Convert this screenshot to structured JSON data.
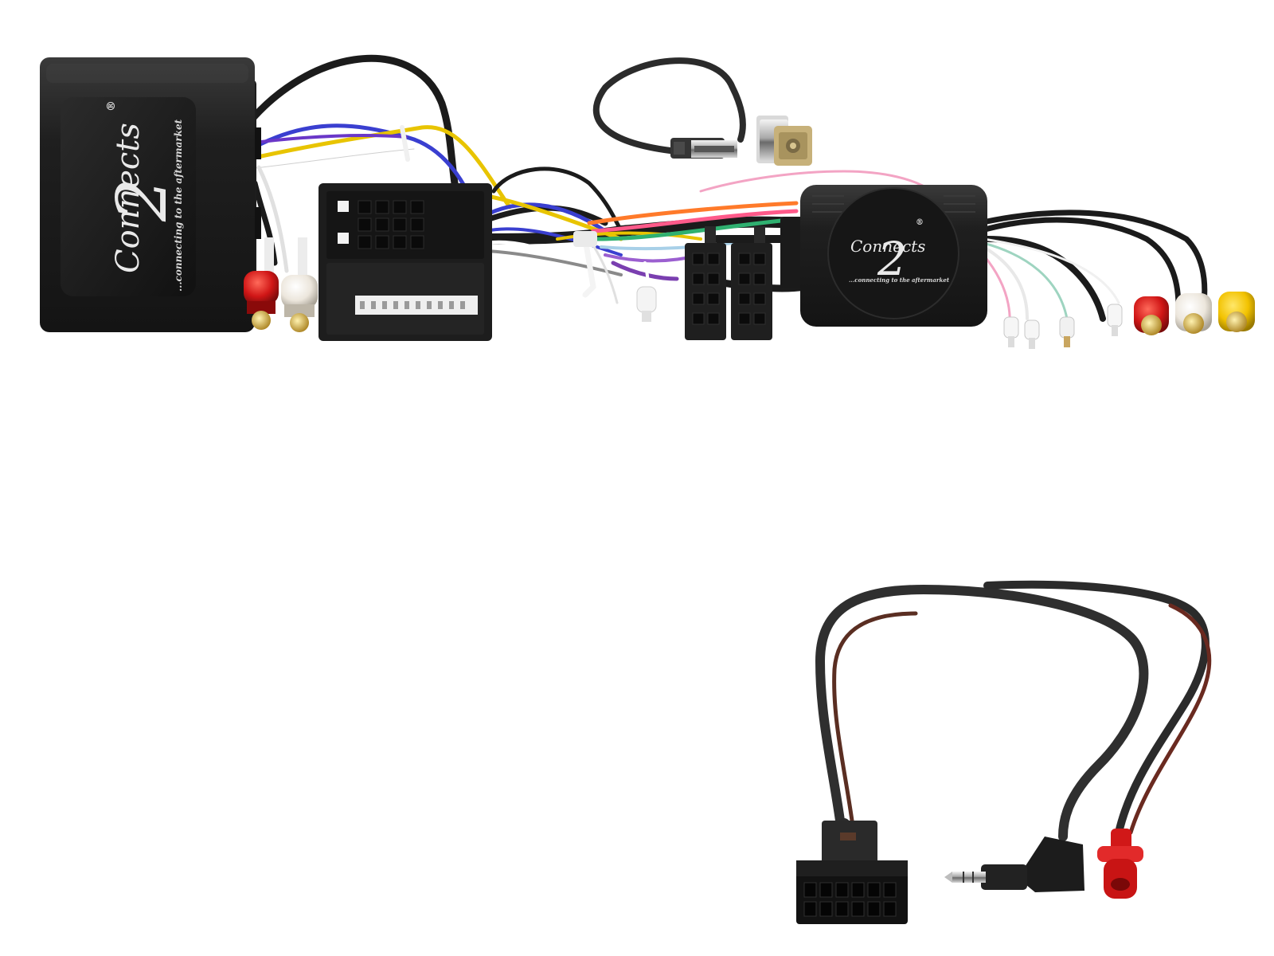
{
  "product_photo": {
    "brand": {
      "wordmark": "Connects",
      "number": "2",
      "registered": "®",
      "tagline": "...connecting to the aftermarket"
    },
    "colors": {
      "background": "#ffffff",
      "module_body": "#222222",
      "cable": "#2b2b2b",
      "rca_red": "#d01616",
      "rca_white": "#f0ece4",
      "rca_yellow": "#f2c200",
      "fakra": "#c7b17a"
    }
  }
}
